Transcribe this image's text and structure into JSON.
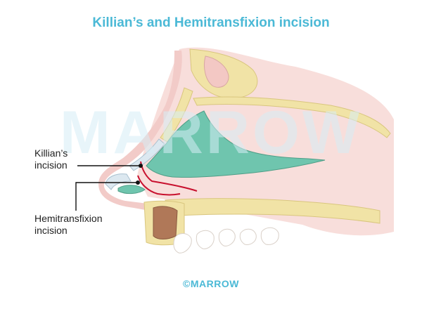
{
  "title": "Killian’s and Hemitransfixion incision",
  "labels": {
    "killian": "Killian’s\nincision",
    "hemitransfixion": "Hemitransfixion\nincision"
  },
  "watermark": "MARROW",
  "footer": "©MARROW",
  "colors": {
    "title": "#4bb9d6",
    "incision_line": "#c8102e",
    "mucosa": "#6fc5ae",
    "bone": "#f1e3a6",
    "soft_tissue": "#f6d3d0"
  }
}
